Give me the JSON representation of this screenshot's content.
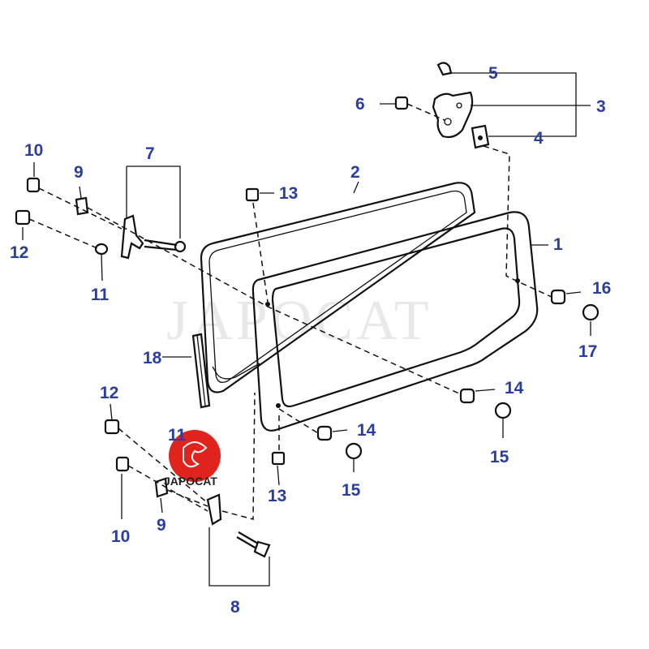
{
  "callouts": {
    "c1": "1",
    "c2": "2",
    "c3": "3",
    "c4": "4",
    "c5": "5",
    "c6": "6",
    "c7": "7",
    "c8": "8",
    "c9a": "9",
    "c9b": "9",
    "c10a": "10",
    "c10b": "10",
    "c11a": "11",
    "c11b": "11",
    "c12a": "12",
    "c12b": "12",
    "c13a": "13",
    "c13b": "13",
    "c14a": "14",
    "c14b": "14",
    "c15a": "15",
    "c15b": "15",
    "c16": "16",
    "c17": "17",
    "c18": "18"
  },
  "watermark": "JAPOCAT",
  "logo": {
    "text": "JAPOCAT",
    "color": "#e0231c"
  },
  "colors": {
    "callout": "#2a3ea0",
    "line": "#111111"
  }
}
